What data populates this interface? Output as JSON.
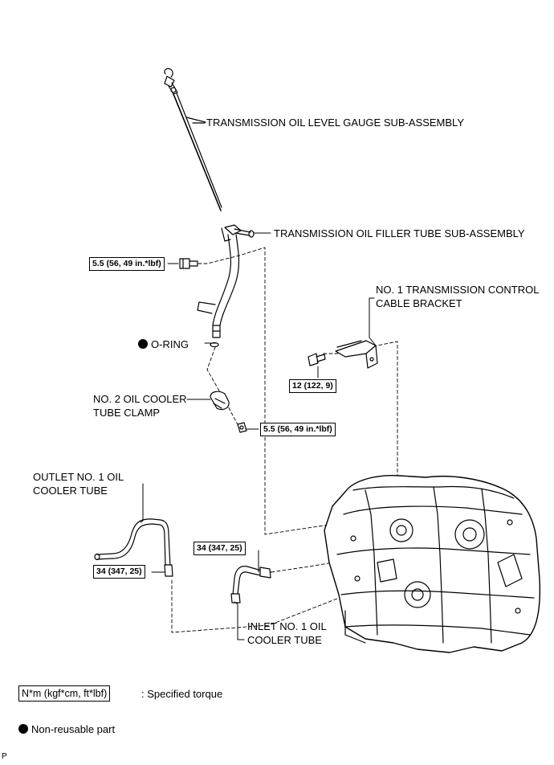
{
  "labels": {
    "gauge": "TRANSMISSION OIL LEVEL GAUGE SUB-ASSEMBLY",
    "filler_tube": "TRANSMISSION OIL FILLER TUBE SUB-ASSEMBLY",
    "bracket_line1": "NO. 1 TRANSMISSION CONTROL",
    "bracket_line2": "CABLE BRACKET",
    "oring": "O-RING",
    "clamp_line1": "NO. 2 OIL COOLER",
    "clamp_line2": "TUBE CLAMP",
    "outlet_line1": "OUTLET NO. 1 OIL",
    "outlet_line2": "COOLER TUBE",
    "inlet_line1": "INLET NO. 1 OIL",
    "inlet_line2": "COOLER TUBE"
  },
  "torque": {
    "filler_bolt": "5.5 (56, 49 in.*lbf)",
    "bracket_bolt": "12 (122, 9)",
    "clamp_bolt": "5.5 (56, 49 in.*lbf)",
    "inlet": "34 (347, 25)",
    "outlet": "34 (347, 25)"
  },
  "legend": {
    "unit_box": "N*m (kgf*cm, ft*lbf)",
    "unit_text": ": Specified torque",
    "nonreusable": "Non-reusable part"
  },
  "corner_mark": "P"
}
